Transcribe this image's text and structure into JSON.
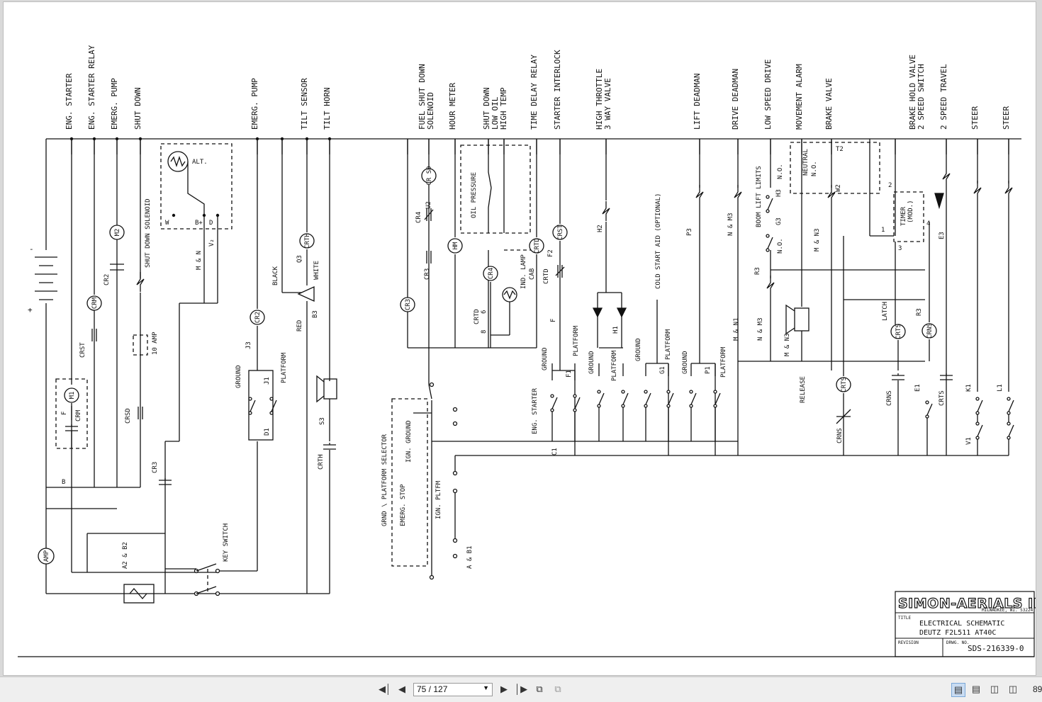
{
  "diagram": {
    "branch_labels": [
      {
        "id": "eng-starter",
        "lines": [
          "ENG. STARTER"
        ]
      },
      {
        "id": "eng-starter-relay",
        "lines": [
          "ENG. STARTER RELAY"
        ]
      },
      {
        "id": "emerg-pump-1",
        "lines": [
          "EMERG. PUMP"
        ]
      },
      {
        "id": "shut-down",
        "lines": [
          "SHUT DOWN"
        ]
      },
      {
        "id": "emerg-pump-2",
        "lines": [
          "EMERG. PUMP"
        ]
      },
      {
        "id": "tilt-sensor",
        "lines": [
          "TILT SENSOR"
        ]
      },
      {
        "id": "tilt-horn",
        "lines": [
          "TILT HORN"
        ]
      },
      {
        "id": "fuel-shut-down",
        "lines": [
          "FUEL SHUT DOWN",
          "SOLENOID"
        ]
      },
      {
        "id": "hour-meter",
        "lines": [
          "HOUR METER"
        ]
      },
      {
        "id": "shut-down-low-oil",
        "lines": [
          "SHUT DOWN",
          "LOW OIL",
          "HIGH TEMP"
        ]
      },
      {
        "id": "time-delay-relay",
        "lines": [
          "TIME DELAY RELAY"
        ]
      },
      {
        "id": "starter-interlock",
        "lines": [
          "STARTER INTERLOCK"
        ]
      },
      {
        "id": "high-throttle",
        "lines": [
          "HIGH THROTTLE",
          "3 WAY VALVE"
        ]
      },
      {
        "id": "lift-deadman",
        "lines": [
          "LIFT DEADMAN"
        ]
      },
      {
        "id": "drive-deadman",
        "lines": [
          "DRIVE DEADMAN"
        ]
      },
      {
        "id": "low-speed-drive",
        "lines": [
          "LOW SPEED DRIVE"
        ]
      },
      {
        "id": "movement-alarm",
        "lines": [
          "MOVEMENT ALARM"
        ]
      },
      {
        "id": "brake-valve",
        "lines": [
          "BRAKE VALVE"
        ]
      },
      {
        "id": "brake-hold-valve",
        "lines": [
          "BRAKE HOLD VALVE",
          "2 SPEED SWITCH"
        ]
      },
      {
        "id": "two-speed-travel",
        "lines": [
          "2 SPEED TRAVEL"
        ]
      },
      {
        "id": "steer-1",
        "lines": [
          "STEER"
        ]
      },
      {
        "id": "steer-2",
        "lines": [
          "STEER"
        ]
      }
    ],
    "component_labels": {
      "minus": "-",
      "plus": "+",
      "amp": "AMP",
      "b": "B",
      "a2b2": "A2 & B2",
      "m1": "M1",
      "f": "F",
      "crm": "CRM",
      "crm_coil": "CRM",
      "crst": "CRST",
      "m2": "M2",
      "cr2": "CR2",
      "crsd": "CRSD",
      "shut_down_solenoid": "SHUT DOWN SOLENOID",
      "fuse_10amp": "10 AMP",
      "alt": "ALT.",
      "w": "W",
      "b_plus": "B+",
      "d": "D",
      "m_n": "M & N",
      "v2": "V₂",
      "cr3": "CR3",
      "key_switch": "KEY SWITCH",
      "j3": "J3",
      "cr2_coil": "CR2",
      "ground": "GROUND",
      "platform": "PLATFORM",
      "j1": "J1",
      "d1": "D1",
      "black": "BLACK",
      "q3": "Q3",
      "crth": "CRTH",
      "white": "WHITE",
      "red": "RED",
      "b3": "B3",
      "s3": "S3",
      "crth_contact": "CRTH",
      "cr4": "CR4",
      "u2": "U2",
      "cr_sd": "CR SD",
      "cr3_contact": "CR3",
      "cr3_coil": "CR3",
      "hm": "HM",
      "oil_pressure": "OIL PRESSURE",
      "cr4_coil": "CR4",
      "ind_lamp": "IND. LAMP",
      "cab": "CAB",
      "crtd": "CRTD",
      "six": "6",
      "eight": "8",
      "crtd_coil": "CRTD",
      "crst_coil": "CRST",
      "f2": "F2",
      "crtd_contact": "CRTD",
      "f_lbl": "F",
      "selector": "GRND \\ PLATFORM SELECTOR",
      "emerg_stop": "EMERG. STOP",
      "ign_ground": "IGN. GROUND",
      "ign_pltfm": "IGN. PLTFM",
      "a_b1": "A & B1",
      "eng_starter_sw": "ENG. STARTER",
      "c1": "C1",
      "f1": "F1",
      "h2": "H2",
      "h1": "H1",
      "cold_start": "COLD START AID (OPTIONAL)",
      "g1": "G1",
      "p3": "P3",
      "p1": "P1",
      "n_m3": "N & M3",
      "m_n1": "M & N1",
      "boom_lift": "BOOM LIFT LIMITS",
      "no": "N.O.",
      "h3": "H3",
      "g3": "G3",
      "r3": "R3",
      "n_m3b": "N & M3",
      "m_n3": "M & N3",
      "release": "RELEASE",
      "neutral": "NEUTRAL",
      "t2": "T2",
      "w2": "W2",
      "m_n3b": "M & N3",
      "crts": "CRTS",
      "crns": "CRNS",
      "latch": "LATCH",
      "r3b": "R3",
      "crns_coil": "CRNS",
      "timer": "TIMER",
      "mod": "(MOD.)",
      "e3": "E3",
      "e1": "E1",
      "k1": "K1",
      "v1": "V1",
      "l1": "L1",
      "crns_contact": "CRNS",
      "crts_contact": "CRTS",
      "t1": "1",
      "t2n": "2",
      "t3": "3",
      "t4": "4"
    },
    "title_block": {
      "company": "SIMON-AERIALS INC.",
      "company_sub": "MILWAUKEE, WI. 53224",
      "title_label": "TITLE",
      "title_line1": "ELECTRICAL SCHEMATIC",
      "title_line2": "DEUTZ F2L511   AT40C",
      "revision_label": "REVISION",
      "drwg_label": "DRWG. NO.",
      "drawing_number": "SDS-216339-0"
    }
  },
  "viewer": {
    "page_value": "75 / 127",
    "zoom_text": "89",
    "buttons": {
      "first": "first-page-icon",
      "prev": "previous-page-icon",
      "next": "next-page-icon",
      "last": "last-page-icon",
      "sync1": "copy-page-icon",
      "sync2": "paste-page-icon",
      "single": "single-page-icon",
      "continuous": "continuous-page-icon",
      "facing": "facing-pages-icon",
      "facing_cont": "continuous-facing-icon"
    }
  }
}
